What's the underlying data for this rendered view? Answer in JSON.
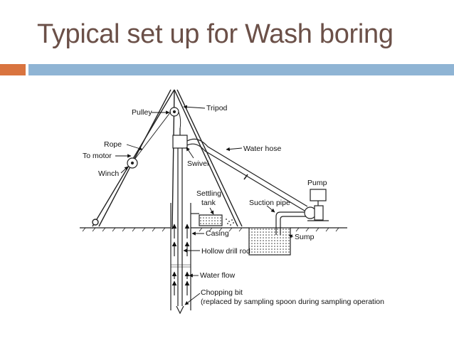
{
  "slide": {
    "title": "Typical set up for Wash boring"
  },
  "diagram": {
    "labels": {
      "pulley": "Pulley",
      "tripod": "Tripod",
      "rope": "Rope",
      "to_motor": "To motor",
      "winch": "Winch",
      "swivel": "Swivel",
      "water_hose": "Water hose",
      "pump": "Pump",
      "settling_tank_1": "Settling",
      "settling_tank_2": "tank",
      "suction_pipe": "Suction pipe",
      "sump": "Sump",
      "casing": "Casing",
      "hollow_drill_rod": "Hollow drill rod",
      "water_flow": "Water flow",
      "chopping_bit": "Chopping bit",
      "chopping_bit_note": "(replaced by sampling spoon during sampling operations)"
    }
  },
  "colors": {
    "title": "#6b5048",
    "accent_orange": "#d9743f",
    "accent_blue": "#8fb4d4"
  }
}
